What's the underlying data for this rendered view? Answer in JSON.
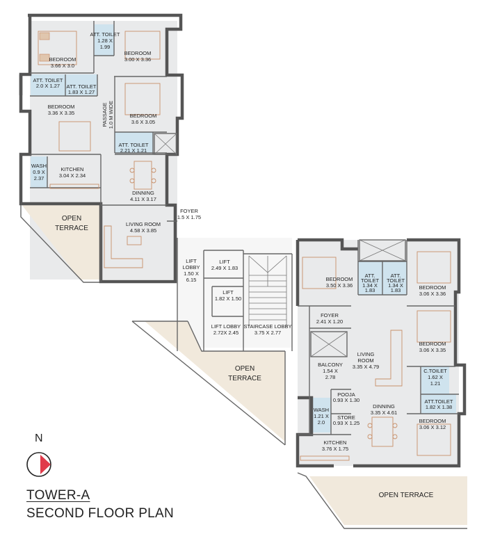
{
  "tower_a": {
    "rooms": {
      "bedroom_a1": {
        "name": "BEDROOM",
        "size": "3.66 X 3.0"
      },
      "bedroom_a2": {
        "name": "BEDROOM",
        "size": "3.00 X 3.36"
      },
      "bedroom_a3": {
        "name": "BEDROOM",
        "size": "3.36 X 3.35"
      },
      "bedroom_a4": {
        "name": "BEDROOM",
        "size": "3.6 X 3.05"
      },
      "att_toilet_a1": {
        "name": "ATT. TOILET",
        "size_1": "1.28 X",
        "size_2": "1.99"
      },
      "att_toilet_a2": {
        "name": "ATT. TOILET",
        "size": "2.0 X 1.27"
      },
      "att_toilet_a3": {
        "name": "ATT. TOILET",
        "size": "1.83 X 1.27"
      },
      "att_toilet_a4": {
        "name": "ATT. TOILET",
        "size": "2.21 X 1.21"
      },
      "passage": {
        "name": "PASSAGE",
        "size": "1.0 M WIDE"
      },
      "wash_a": {
        "name": "WASH",
        "size_1": "0.9 X",
        "size_2": "2.37"
      },
      "kitchen_a": {
        "name": "KITCHEN",
        "size": "3.04 X 2.34"
      },
      "dinning_a": {
        "name": "DINNING",
        "size": "4.11 X 3.17"
      },
      "foyer_a": {
        "name": "FOYER",
        "size": "1.5 X 1.75"
      },
      "living_a": {
        "name": "LIVING ROOM",
        "size": "4.58 X 3.85"
      },
      "open_terrace_a": {
        "line_1": "OPEN",
        "line_2": "TERRACE"
      }
    }
  },
  "core": {
    "lift_lobby_1": {
      "line_1": "LIFT",
      "line_2": "LOBBY",
      "line_3": "1.50 X",
      "line_4": "6.15"
    },
    "lift_1": {
      "name": "LIFT",
      "size": "2.49 X 1.83"
    },
    "lift_2": {
      "name": "LIFT",
      "size": "1.82 X 1.50"
    },
    "lift_lobby_2": {
      "name": "LIFT LOBBY",
      "size": "2.72X 2.45"
    },
    "staircase_lobby": {
      "name": "STAIRCASE LOBBY",
      "size": "3.75 X 2.77"
    },
    "open_terrace_mid": {
      "line_1": "OPEN",
      "line_2": "TERRACE"
    }
  },
  "tower_b": {
    "rooms": {
      "bedroom_b1": {
        "name": "BEDROOM",
        "size": "3.50 X 3.36"
      },
      "att_toilet_b1": {
        "name": "ATT.",
        "name_2": "TOILET",
        "size_1": "1.34 X",
        "size_2": "1.83"
      },
      "att_toilet_b2": {
        "name": "ATT.",
        "name_2": "TOILET",
        "size_1": "1.34 X",
        "size_2": "1.83"
      },
      "bedroom_b2": {
        "name": "BEDROOM",
        "size": "3.06 X 3.36"
      },
      "foyer_b": {
        "name": "FOYER",
        "size": "2.41 X 1.20"
      },
      "living_b": {
        "name": "LIVING",
        "name_2": "ROOM",
        "size": "3.35 X 4.79"
      },
      "bedroom_b3": {
        "name": "BEDROOM",
        "size": "3.06 X 3.35"
      },
      "balcony_b": {
        "name": "BALCONY",
        "size_1": "1.54 X",
        "size_2": "2.78"
      },
      "c_toilet": {
        "name": "C.TOILET",
        "size_1": "1.62 X",
        "size_2": "1.21"
      },
      "pooja": {
        "name": "POOJA",
        "size": "0.93 X 1.30"
      },
      "att_toilet_b3": {
        "name": "ATT.TOILET",
        "size": "1.82 X 1.38"
      },
      "dinning_b": {
        "name": "DINNING",
        "size": "3.35 X 4.61"
      },
      "store": {
        "name": "STORE",
        "size": "0.93 X 1.25"
      },
      "wash_b": {
        "name": "WASH",
        "size_1": "1.21 X",
        "size_2": "2.0"
      },
      "bedroom_b4": {
        "name": "BEDROOM",
        "size": "3.06 X 3.12"
      },
      "kitchen_b": {
        "name": "KITCHEN",
        "size": "3.76 X 1.75"
      },
      "open_terrace_b": {
        "name": "OPEN TERRACE"
      }
    }
  },
  "compass": {
    "label": "N",
    "arrow_color": "#e03a4a"
  },
  "title": {
    "line_1": "TOWER-A",
    "line_2": "SECOND FLOOR PLAN"
  }
}
